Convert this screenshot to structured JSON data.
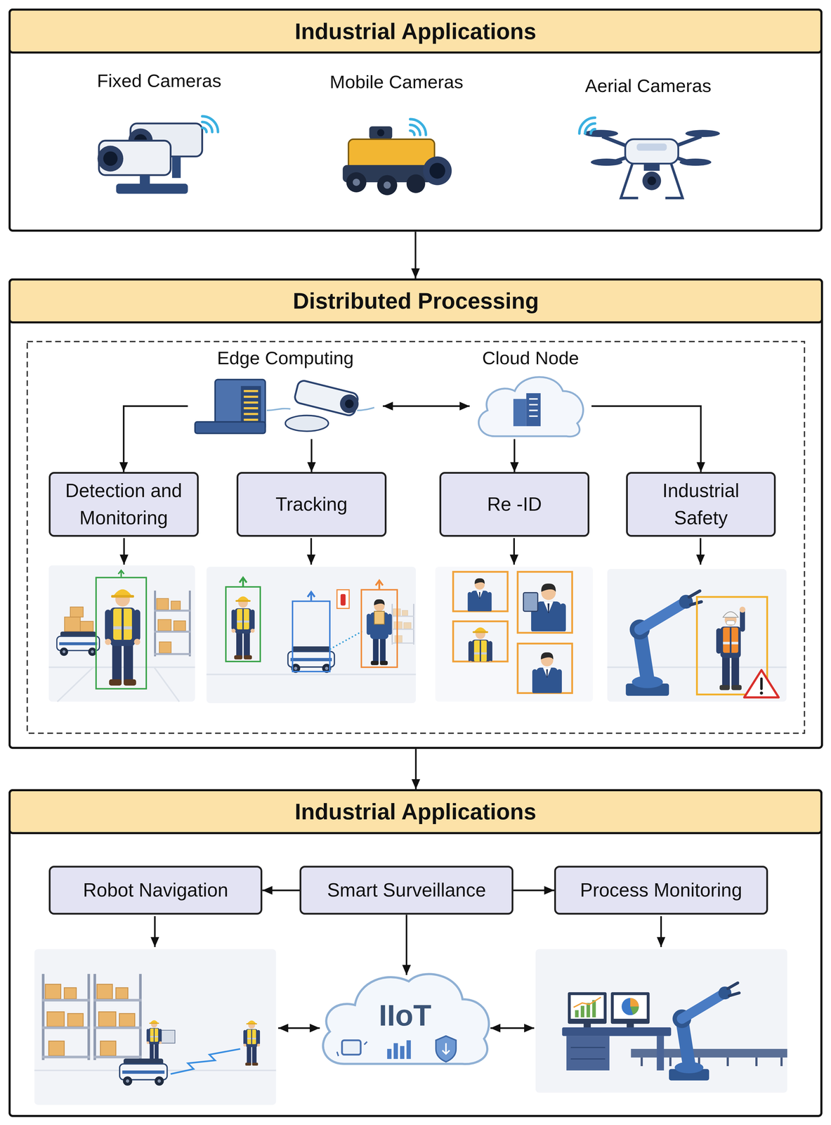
{
  "diagram": {
    "nodes": [
      {
        "text": [
          "Industrial Applications"
        ]
      },
      {
        "text": [
          "Distributed Processing"
        ]
      },
      {
        "text": [
          "Edge Computing"
        ],
        "in": 1
      },
      {
        "text": [
          "Cloud Node"
        ],
        "in": 1
      },
      {
        "text": [
          "Detection and Monitoring"
        ],
        "in": 1
      },
      {
        "text": [
          "Tracking"
        ],
        "in": 1
      },
      {
        "text": [
          "Re -ID"
        ],
        "in": 1
      },
      {
        "text": [
          "Industrial Safety"
        ],
        "in": 1
      },
      {
        "text": [
          "Industrial Applications"
        ]
      },
      {
        "text": [
          "Robot Navigation"
        ],
        "in": 8
      },
      {
        "text": [
          "Smart Surveillance"
        ],
        "in": 8
      },
      {
        "text": [
          "Process Monitoring"
        ],
        "in": 8
      },
      {
        "text": [
          "IIoT"
        ],
        "in": 8
      }
    ],
    "edges": [
      {
        "from": 0,
        "to": 1,
        "arrow": "to"
      },
      {
        "from": 2,
        "to": 3,
        "arrow": "both"
      },
      {
        "from": 2,
        "to": 4,
        "arrow": "to"
      },
      {
        "from": 2,
        "to": 5,
        "arrow": "to"
      },
      {
        "from": 3,
        "to": 6,
        "arrow": "to"
      },
      {
        "from": 3,
        "to": 7,
        "arrow": "to"
      },
      {
        "from": 1,
        "to": 8,
        "arrow": "to"
      },
      {
        "from": 10,
        "to": 9,
        "arrow": "to"
      },
      {
        "from": 10,
        "to": 11,
        "arrow": "to"
      },
      {
        "from": 10,
        "to": 12,
        "arrow": "to"
      },
      {
        "from": 9,
        "to": 12,
        "arrow": "both"
      },
      {
        "from": 12,
        "to": 11,
        "arrow": "both"
      }
    ],
    "labels": [
      "Fixed Cameras",
      "Mobile Cameras",
      "Aerial Cameras"
    ]
  }
}
